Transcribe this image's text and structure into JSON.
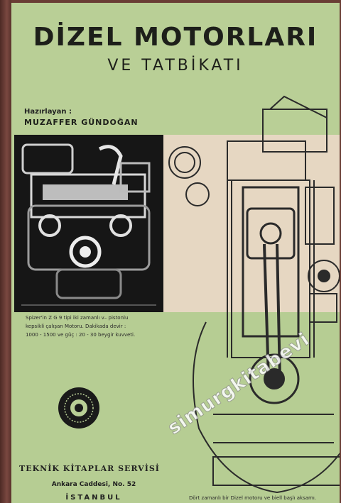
{
  "cover": {
    "title": "DİZEL MOTORLARI",
    "subtitle": "VE TATBİKATI",
    "prepared_by_label": "Hazırlayan :",
    "author": "MUZAFFER GÜNDOĞAN",
    "photo_caption": "Spizer'in Z G 9 tipi iki zamanlı v– pistonlu\nkepsikli çalışan Motoru. Dakikada devir :\n1000 - 1500 ve güç : 20 - 30 beygir kuvveti.",
    "publisher": "TEKNİK KİTAPLAR SERVİSİ",
    "address": "Ankara Caddesi, No. 52",
    "city": "İSTANBUL",
    "drawing_caption": "Dört zamanlı bir Dizel motoru ve biell başlı aksamı.",
    "watermark": "simurgkitabevi",
    "seal_icon": "publisher-seal-icon"
  },
  "colors": {
    "cover_green": "#b9cf96",
    "panel_beige": "#e6d7c2",
    "photo_black": "#161616",
    "ink": "#1d1f1a"
  }
}
